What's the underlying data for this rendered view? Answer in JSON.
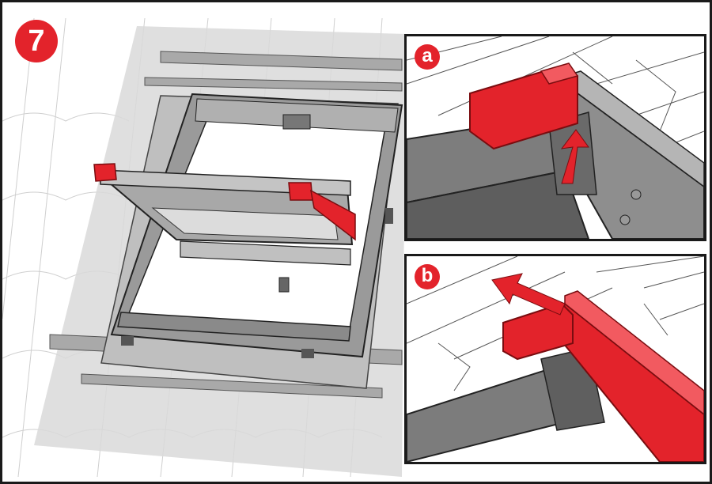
{
  "step": {
    "number": "7"
  },
  "insets": [
    {
      "label": "a"
    },
    {
      "label": "b"
    }
  ],
  "colors": {
    "accent": "#e3232b",
    "frame_gray": "#8c8c8c",
    "flashing_gray": "#c9c9c9",
    "roof_line": "#bdbdbd",
    "outline": "#1a1a1a"
  },
  "icons": {
    "arrow_a": "arrow-up-icon",
    "arrow_b": "arrow-upleft-icon"
  }
}
